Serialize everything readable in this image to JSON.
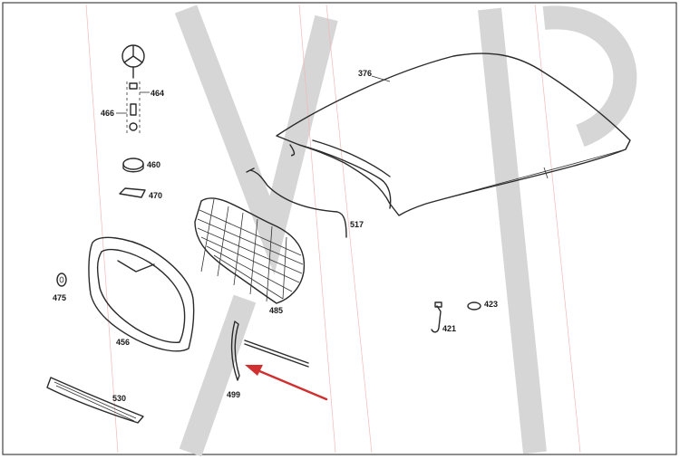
{
  "callouts": {
    "p376": "376",
    "p464": "464",
    "p466": "466",
    "p460": "460",
    "p470": "470",
    "p517": "517",
    "p475": "475",
    "p485": "485",
    "p456": "456",
    "p423": "423",
    "p421": "421",
    "p499": "499",
    "p530": "530"
  },
  "colors": {
    "line_art": "#2a2a2a",
    "highlight_arrow": "#d03030",
    "watermark": "#d6d6d6"
  }
}
